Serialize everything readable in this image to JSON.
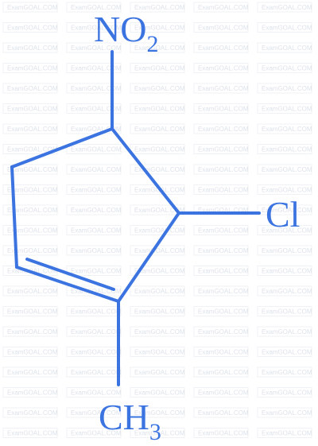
{
  "colors": {
    "structure": "#3b74e0",
    "watermark_box": "#eef1f6",
    "watermark_text": "#dde2ea"
  },
  "watermark": {
    "text": "ExamGOAL.COM"
  },
  "molecule": {
    "substituents": {
      "nitro": {
        "main": "NO",
        "sub": "2"
      },
      "chloro": {
        "main": "Cl"
      },
      "methyl": {
        "main": "CH",
        "sub": "3"
      }
    }
  }
}
